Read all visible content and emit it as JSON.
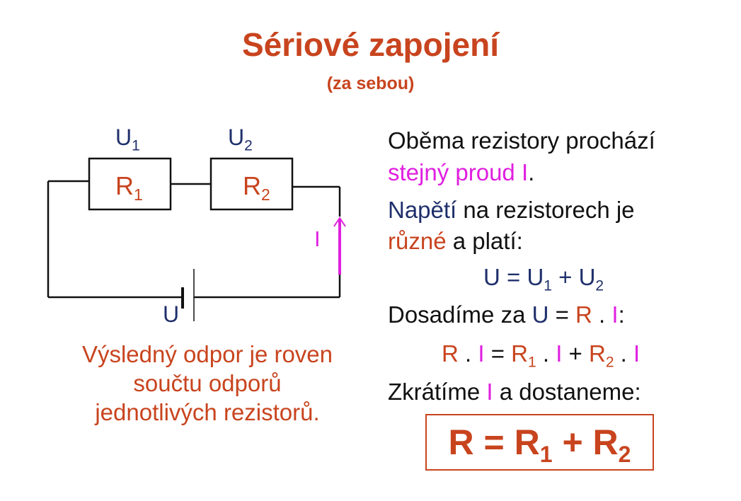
{
  "title": "Sériové zapojení",
  "subtitle": "(za sebou)",
  "circuit": {
    "u1": "U",
    "u1_sub": "1",
    "u2": "U",
    "u2_sub": "2",
    "r1": "R",
    "r1_sub": "1",
    "r2": "R",
    "r2_sub": "2",
    "current": "I",
    "source": "U"
  },
  "left_text": [
    "Výsledný odpor je roven",
    "součtu odporů",
    "jednotlivých rezistorů."
  ],
  "right": {
    "line1": "Oběma rezistory prochází",
    "line2_mag": "stejný proud I",
    "line2_end": ".",
    "line3_blue": "Napětí",
    "line3_rest": " na rezistorech je",
    "line4_red": "různé",
    "line4_rest": " a platí:",
    "eq1": {
      "a": "U = U",
      "s1": "1",
      "b": " + U",
      "s2": "2"
    },
    "line6": {
      "a": "Dosadíme za ",
      "u": "U",
      "b": " = ",
      "r": "R",
      "c": " . ",
      "i": "I",
      "d": ":"
    },
    "eq2": {
      "r": "R",
      "dot1": " . ",
      "i1": "I",
      "eq": " = ",
      "r1": "R",
      "s1": "1",
      "dot2": " . ",
      "i2": "I",
      "plus": " + ",
      "r2": "R",
      "s2": "2",
      "dot3": " . ",
      "i3": "I"
    },
    "line8": {
      "a": "Zkrátíme ",
      "i": "I",
      "b": " a dostaneme:"
    }
  },
  "final": {
    "a": "R = R",
    "s1": "1",
    "b": " + R",
    "s2": "2"
  },
  "colors": {
    "accent": "#c8441e",
    "blue": "#1f2f6b",
    "magenta": "#e020e0"
  }
}
